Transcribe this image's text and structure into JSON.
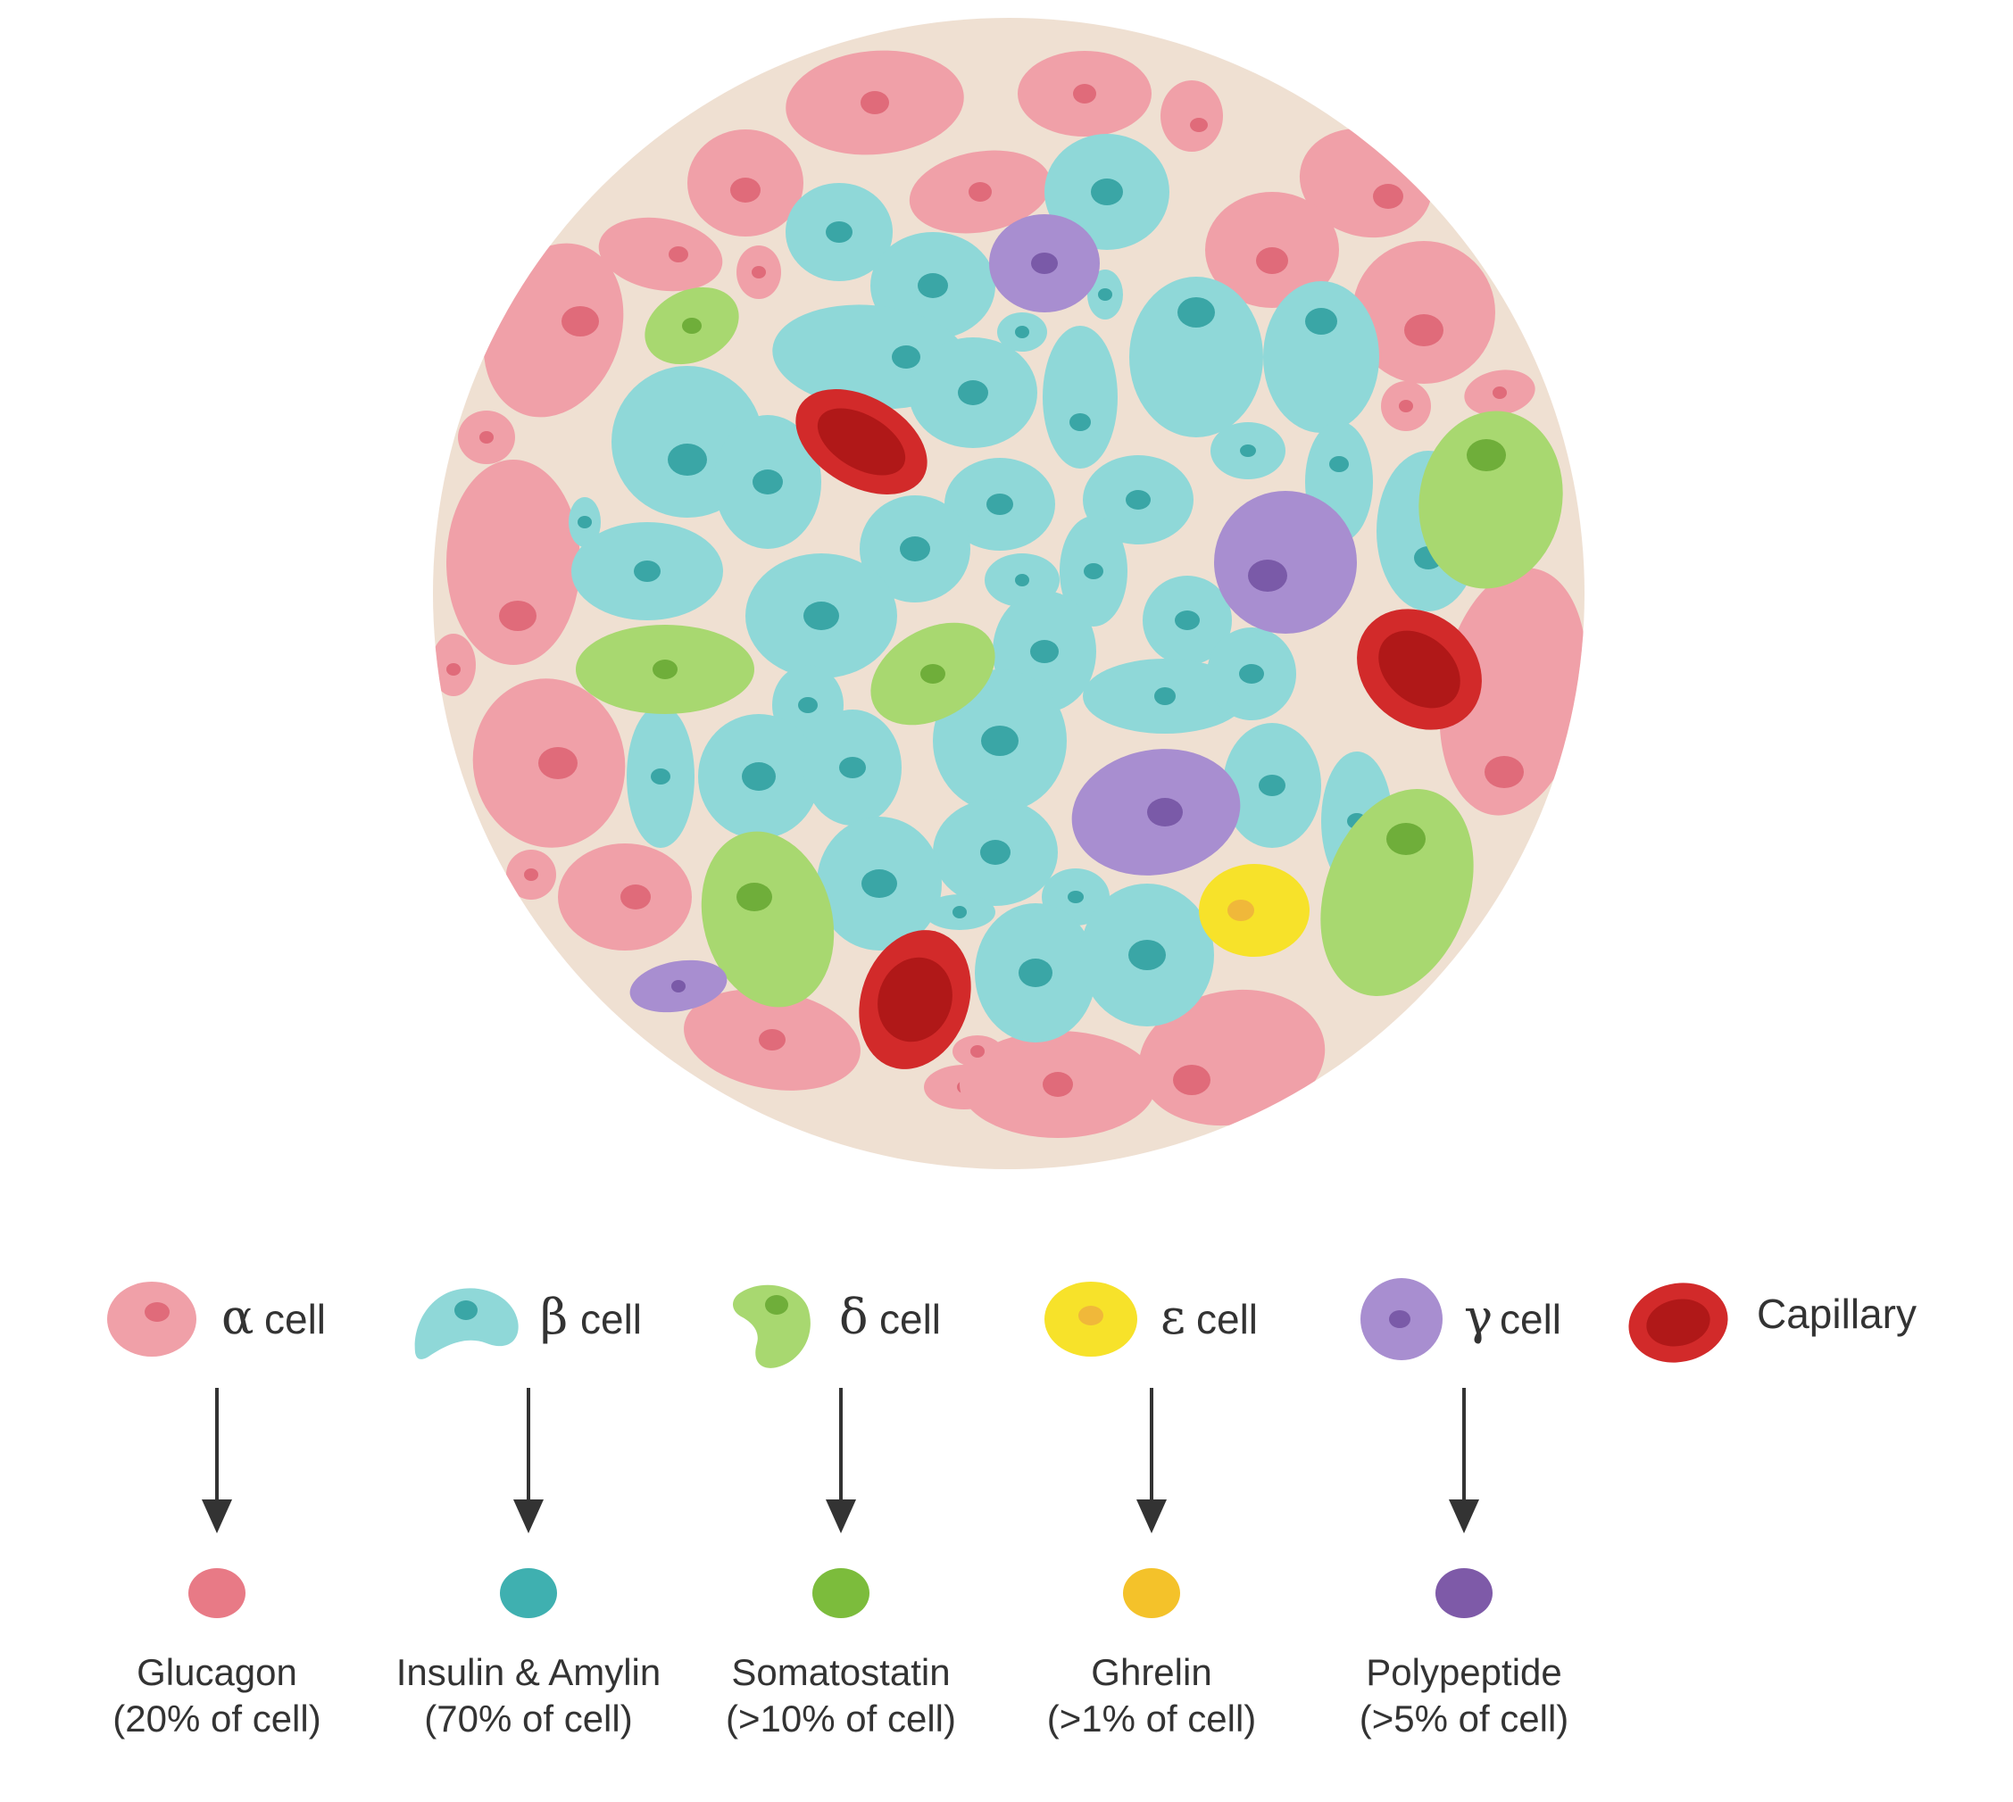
{
  "legend": [
    {
      "id": "alpha",
      "symbol": "α",
      "label": "cell",
      "color": "#f0a0a8",
      "nucleus": "#e06b7a",
      "hormone": "Glucagon",
      "share": "(20% of cell)",
      "hormone_color": "#e87a86"
    },
    {
      "id": "beta",
      "symbol": "β",
      "label": "cell",
      "color": "#8fd8d8",
      "nucleus": "#3aa6a6",
      "hormone": "Insulin & Amylin",
      "share": "(70% of cell)",
      "hormone_color": "#3fb0b0"
    },
    {
      "id": "delta",
      "symbol": "δ",
      "label": "cell",
      "color": "#a8d870",
      "nucleus": "#6fae3a",
      "hormone": "Somatostatin",
      "share": "(>10% of cell)",
      "hormone_color": "#7cbc3c"
    },
    {
      "id": "epsilon",
      "symbol": "ε",
      "label": "cell",
      "color": "#f7e22a",
      "nucleus": "#f0b83a",
      "hormone": "Ghrelin",
      "share": "(>1% of cell)",
      "hormone_color": "#f4c22a"
    },
    {
      "id": "gamma",
      "symbol": "γ",
      "label": "cell",
      "color": "#a88ed0",
      "nucleus": "#7a5aa8",
      "hormone": "Polypeptide",
      "share": "(>5% of cell)",
      "hormone_color": "#7e5aa8"
    },
    {
      "id": "capillary",
      "symbol": "",
      "label": "Capillary",
      "color": "#d22a2a",
      "nucleus": "#b01818"
    }
  ],
  "islet": {
    "background": "#efe0d2"
  }
}
